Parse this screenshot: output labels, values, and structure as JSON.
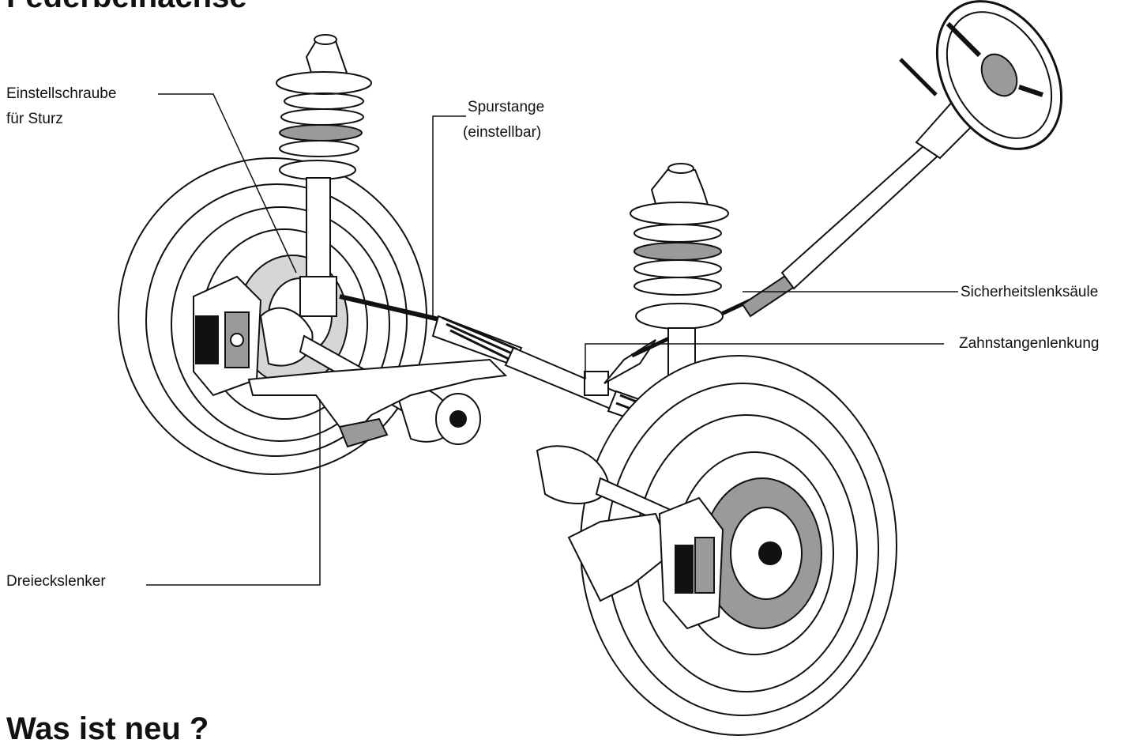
{
  "headings": {
    "top": "Federbeinachse",
    "bottom": "Was ist neu ?"
  },
  "labels": {
    "einstellschraube_line1": "Einstellschraube",
    "einstellschraube_line2": "für Sturz",
    "spurstange_line1": "Spurstange",
    "spurstange_line2": "(einstellbar)",
    "sicherheitslenksaeule": "Sicherheitslenksäule",
    "zahnstangenlenkung": "Zahnstangenlenkung",
    "dreieckslenker": "Dreieckslenker"
  },
  "colors": {
    "ink": "#111111",
    "shade": "#9a9a9a",
    "light_shade": "#d6d6d6",
    "background": "#ffffff"
  }
}
